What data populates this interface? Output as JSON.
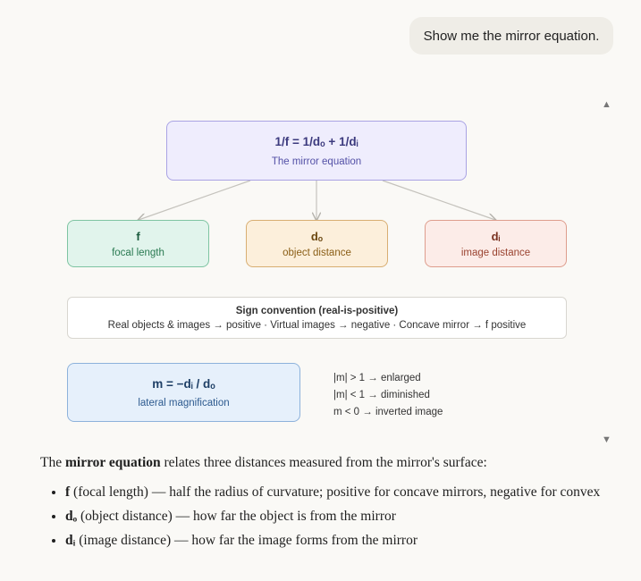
{
  "user_message": "Show me the mirror equation.",
  "diagram": {
    "equation": {
      "formula": "1/f = 1/dₒ + 1/dᵢ",
      "label": "The mirror equation"
    },
    "focal": {
      "symbol": "f",
      "label": "focal length"
    },
    "object": {
      "symbol": "dₒ",
      "label": "object distance"
    },
    "image": {
      "symbol": "dᵢ",
      "label": "image distance"
    },
    "sign": {
      "title": "Sign convention (real-is-positive)",
      "detail": "Real objects & images → positive · Virtual images → negative · Concave mirror → f positive"
    },
    "magnification": {
      "formula": "m = −dᵢ / dₒ",
      "label": "lateral magnification"
    },
    "mag_notes": [
      "|m| > 1 → enlarged",
      "|m| < 1 → diminished",
      "m < 0 → inverted image"
    ],
    "colors": {
      "equation": "#efedfd",
      "focal": "#e1f4ec",
      "object": "#fcefdb",
      "image": "#fcece8",
      "magnification": "#e6f0fb"
    }
  },
  "article": {
    "intro_before": "The ",
    "intro_bold": "mirror equation",
    "intro_after": " relates three distances measured from the mirror's surface:",
    "bullets": [
      {
        "term": "f",
        "text": " (focal length) — half the radius of curvature; positive for concave mirrors, negative for convex"
      },
      {
        "term": "dₒ",
        "text": " (object distance) — how far the object is from the mirror"
      },
      {
        "term": "dᵢ",
        "text": " (image distance) — how far the image forms from the mirror"
      }
    ]
  },
  "icons": {
    "scroll_up": "scroll-up-arrow",
    "scroll_down": "scroll-down-arrow"
  }
}
